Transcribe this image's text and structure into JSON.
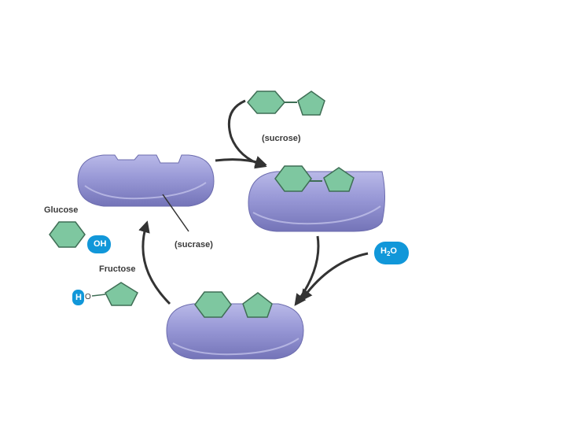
{
  "diagram": {
    "labels": {
      "substrate": "(sucrose)",
      "enzyme": "(sucrase)",
      "product_glucose": "Glucose",
      "product_fructose": "Fructose",
      "glucose_group": "OH",
      "fructose_group_h": "H",
      "fructose_group_o": "O",
      "water_h": "H",
      "water_sub": "2",
      "water_o": "O"
    },
    "colors": {
      "enzyme_fill": "#8f8fce",
      "enzyme_light": "#b7b7e6",
      "enzyme_dark": "#6c6cae",
      "sugar_fill": "#7ec7a0",
      "sugar_stroke": "#3f6e55",
      "badge_fill": "#1197d9",
      "arrow": "#333333"
    }
  }
}
